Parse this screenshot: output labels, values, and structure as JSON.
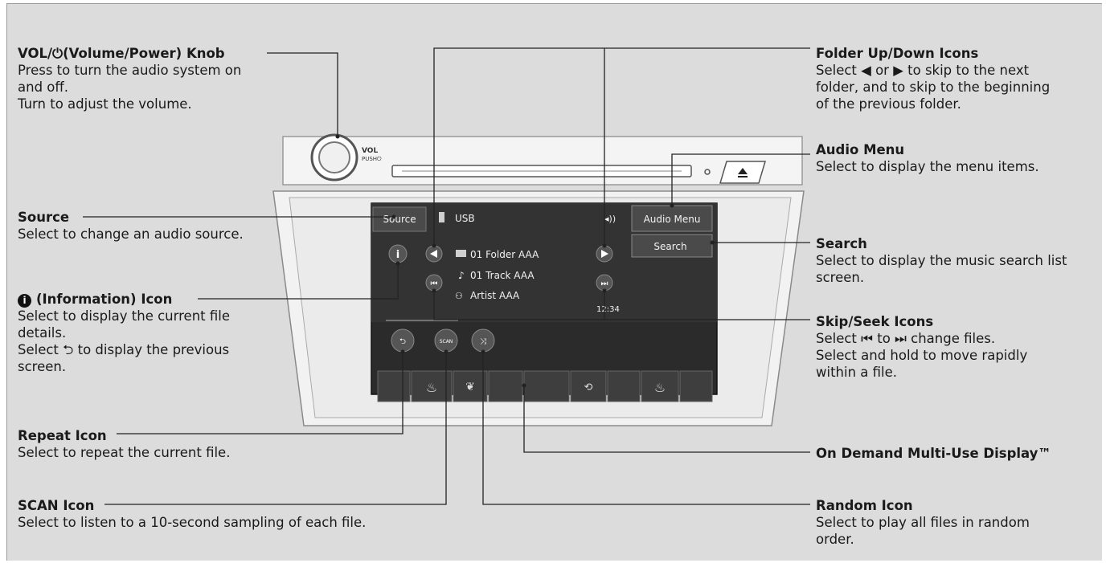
{
  "callouts": {
    "vol": {
      "title": "VOL/⏻(Volume/Power) Knob",
      "desc": "Press to turn the audio system on\nand off.\nTurn to adjust the volume."
    },
    "source": {
      "title": "Source",
      "desc": "Select to change an audio source."
    },
    "info": {
      "title": "(Information) Icon",
      "desc": "Select to display the current file\ndetails.\nSelect ⮌ to display the previous\nscreen."
    },
    "repeat": {
      "title": "Repeat Icon",
      "desc": "Select to repeat the current file."
    },
    "scan": {
      "title": "SCAN Icon",
      "desc": "Select to listen to a 10-second sampling of each file."
    },
    "folder": {
      "title": "Folder Up/Down Icons",
      "desc": "Select ◀ or ▶ to skip to the next\nfolder, and to skip to the beginning\nof the previous folder."
    },
    "audio_menu": {
      "title": "Audio Menu",
      "desc": "Select to display the menu items."
    },
    "search": {
      "title": "Search",
      "desc": "Select to display the music search list\nscreen."
    },
    "skip": {
      "title": "Skip/Seek Icons",
      "desc": "Select ⏮ to ⏭ change files.\nSelect and hold to move rapidly\nwithin a file."
    },
    "odmd": {
      "title": "On Demand Multi-Use Display™",
      "desc": ""
    },
    "random": {
      "title": "Random Icon",
      "desc": "Select to play all files in random\norder."
    }
  },
  "device": {
    "vol_label": "VOL",
    "push_label": "PUSH⏻",
    "eject_icon": "eject-icon",
    "screen": {
      "source_btn": "Source",
      "usb_label": "USB",
      "audio_menu_btn": "Audio Menu",
      "search_btn": "Search",
      "folder": "01 Folder AAA",
      "track": "01 Track AAA",
      "artist": "Artist AAA",
      "time": "12:34",
      "scan_label": "SCAN"
    }
  }
}
